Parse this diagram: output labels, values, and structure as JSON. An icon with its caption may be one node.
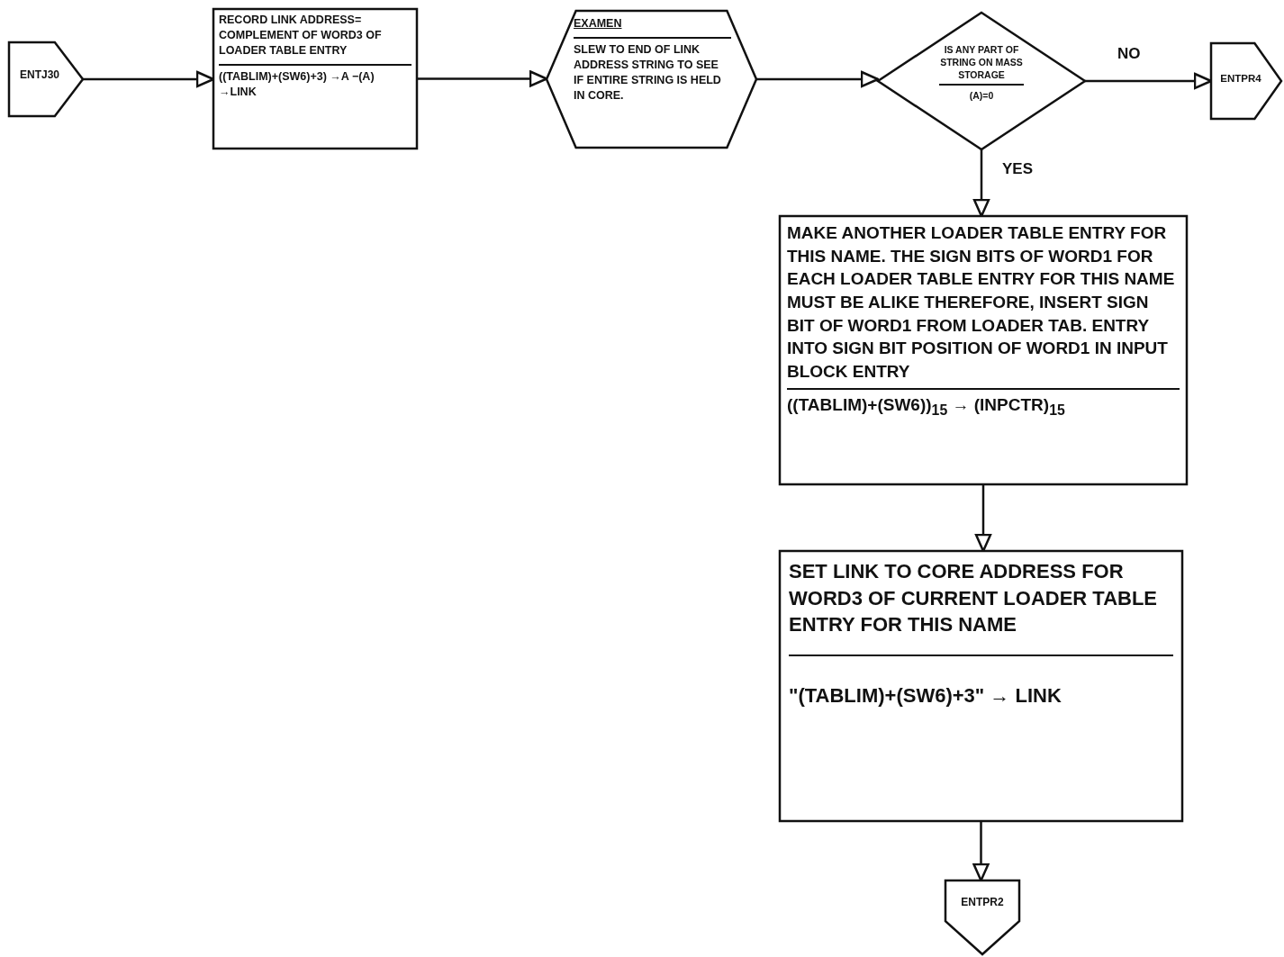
{
  "diagram": {
    "nodes": [
      {
        "text": [
          "ENTJ30"
        ]
      },
      {
        "text": [
          "RECORD LINK ADDRESS= COMPLEMENT OF WORD3 OF LOADER TABLE ENTRY",
          "((TABLIM)+(SW6)+3) →A −(A) →LINK"
        ]
      },
      {
        "text": [
          "EXAMEN",
          "SLEW TO END OF LINK ADDRESS STRING TO SEE IF ENTIRE STRING IS HELD IN CORE."
        ]
      },
      {
        "text": [
          "IS ANY PART OF STRING ON MASS STORAGE",
          "(A)=0"
        ]
      },
      {
        "text": [
          "ENTPR4"
        ]
      },
      {
        "text": [
          "MAKE ANOTHER LOADER TABLE ENTRY FOR THIS NAME. THE SIGN BITS OF WORD1 FOR EACH LOADER TABLE ENTRY FOR THIS NAME MUST BE ALIKE THEREFORE, INSERT SIGN BIT OF WORD1 FROM LOADER TAB. ENTRY INTO SIGN BIT POSITION OF WORD1 IN INPUT BLOCK ENTRY",
          "((TABLIM)+(SW6))$_{15}$ → (INPCTR)$_{15}$"
        ]
      },
      {
        "text": [
          "SET LINK TO CORE ADDRESS FOR WORD3 OF CURRENT LOADER TABLE ENTRY FOR THIS NAME",
          "\"(TABLIM)+(SW6)+3\" → LINK"
        ]
      },
      {
        "text": [
          "ENTPR2"
        ]
      }
    ],
    "edges": [
      {
        "from": 0,
        "to": 1,
        "arrow": "to"
      },
      {
        "from": 1,
        "to": 2,
        "arrow": "to"
      },
      {
        "from": 2,
        "to": 3,
        "arrow": "to"
      },
      {
        "from": 3,
        "to": 4,
        "arrow": "to",
        "label": "NO"
      },
      {
        "from": 3,
        "to": 5,
        "arrow": "to",
        "label": "YES"
      },
      {
        "from": 5,
        "to": 6,
        "arrow": "to"
      },
      {
        "from": 6,
        "to": 7,
        "arrow": "to"
      }
    ]
  }
}
